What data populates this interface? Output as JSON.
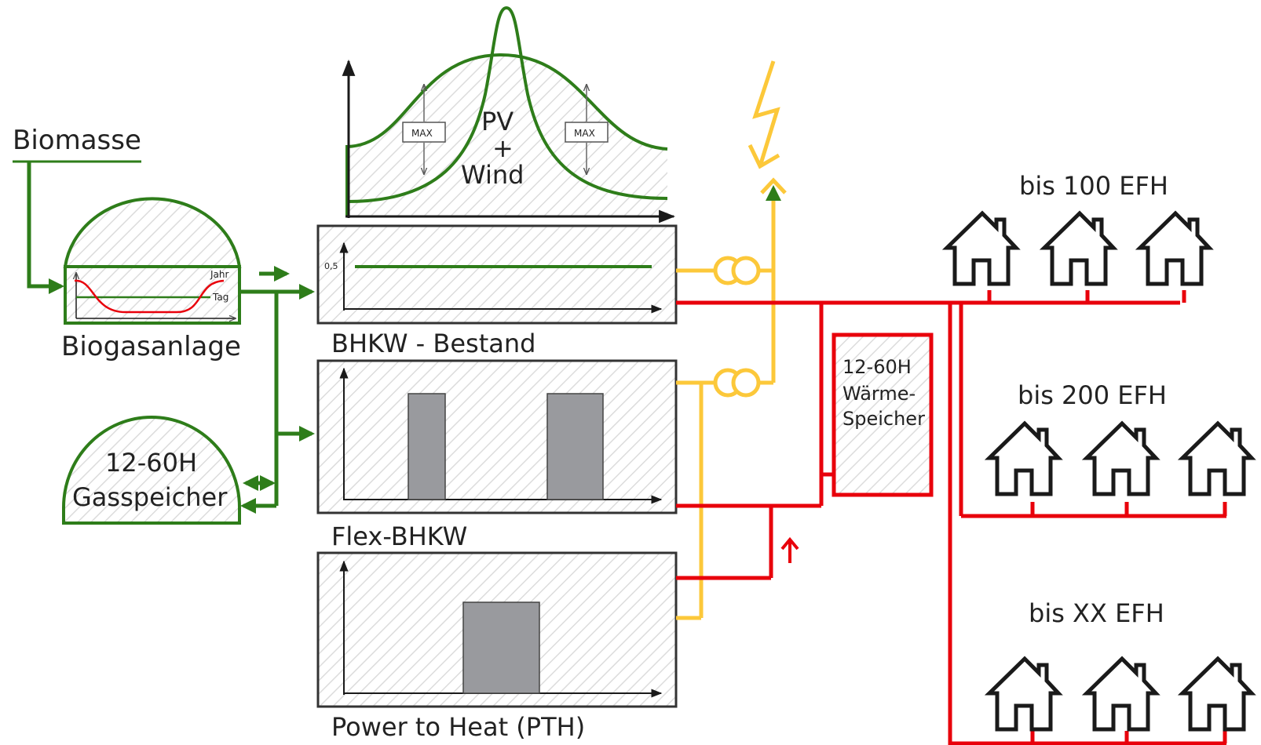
{
  "colors": {
    "green": "#2e7d1a",
    "red": "#e8000b",
    "yellow": "#fcc83a",
    "dark": "#1a1a1a",
    "gray": "#999a9e",
    "box_border": "#333333"
  },
  "labels": {
    "biomass": "Biomasse",
    "biogas_plant": "Biogasanlage",
    "biogas_curve_year": "Jahr",
    "biogas_curve_day": "Tag",
    "gas_storage_line1": "12-60H",
    "gas_storage_line2": "Gasspeicher",
    "pv_line1": "PV",
    "pv_line2": "+",
    "pv_line3": "Wind",
    "max_left": "MAX",
    "max_right": "MAX",
    "bhkw_existing": "BHKW - Bestand",
    "bhkw_existing_tick": "0,5",
    "flex_bhkw": "Flex-BHKW",
    "pth": "Power to Heat (PTH)",
    "heat_storage_line1": "12-60H",
    "heat_storage_line2": "Wärme-",
    "heat_storage_line3": "Speicher",
    "group_1": "bis 100 EFH",
    "group_2": "bis 200 EFH",
    "group_3": "bis XX EFH"
  },
  "icons": {
    "lightning": "lightning-icon",
    "transformer": "transformer-icon",
    "house": "house-icon",
    "dome": "dome-icon"
  }
}
